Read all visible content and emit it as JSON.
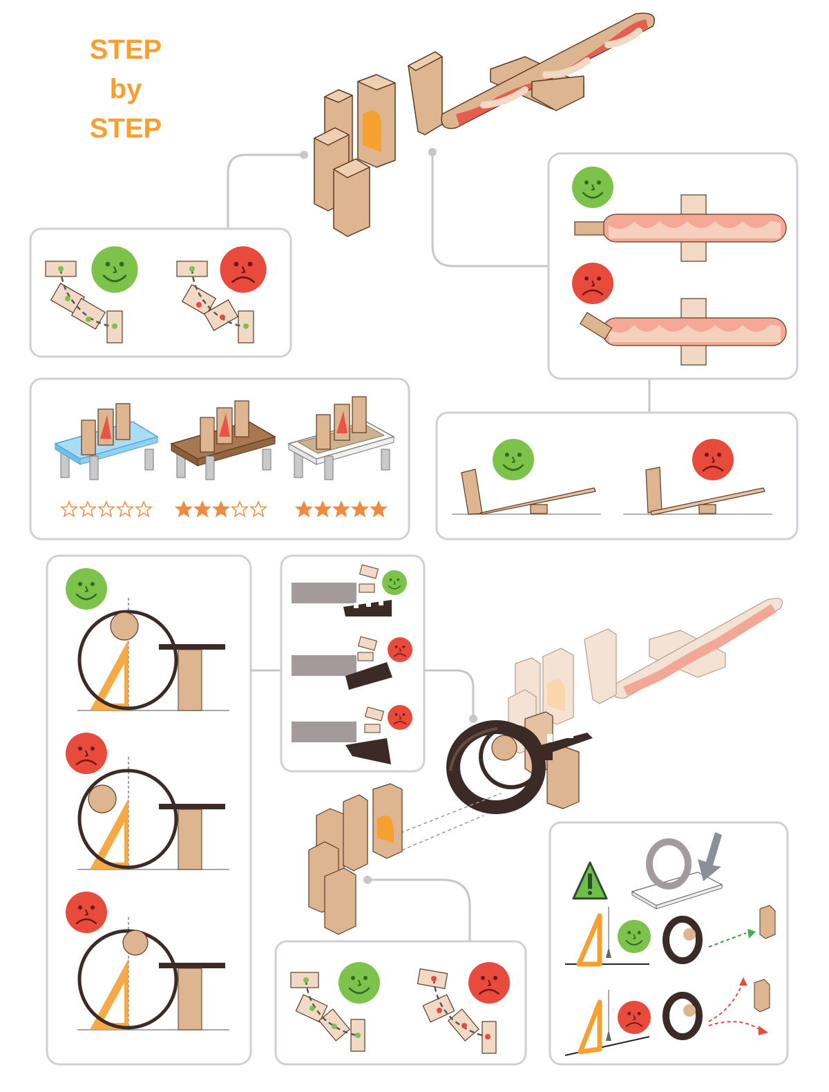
{
  "title_lines": [
    "STEP",
    "by",
    "STEP"
  ],
  "colors": {
    "title_orange": "#f5a031",
    "panel_border": "#cfcfd6",
    "connector": "#c6c6cc",
    "wood": "#deb591",
    "wood_dark": "#c9956a",
    "wood_light": "#f1d9c6",
    "sauce_red": "#e75448",
    "happy_green": "#7dc24a",
    "sad_red": "#e84b3c",
    "ring_brown": "#4a3228",
    "triangle_orange": "#f5a031",
    "warning_green": "#6cc04a",
    "star_orange": "#f08a3c"
  },
  "ratings": [
    {
      "surface": "glass",
      "stars": 0,
      "out_of": 5
    },
    {
      "surface": "wood",
      "stars": 3,
      "out_of": 5
    },
    {
      "surface": "mat",
      "stars": 5,
      "out_of": 5
    }
  ],
  "icons": [
    "happy-face-icon",
    "sad-face-icon",
    "warning-icon",
    "star-icon",
    "arrow-icon",
    "plumb-line-icon",
    "set-square-icon"
  ]
}
